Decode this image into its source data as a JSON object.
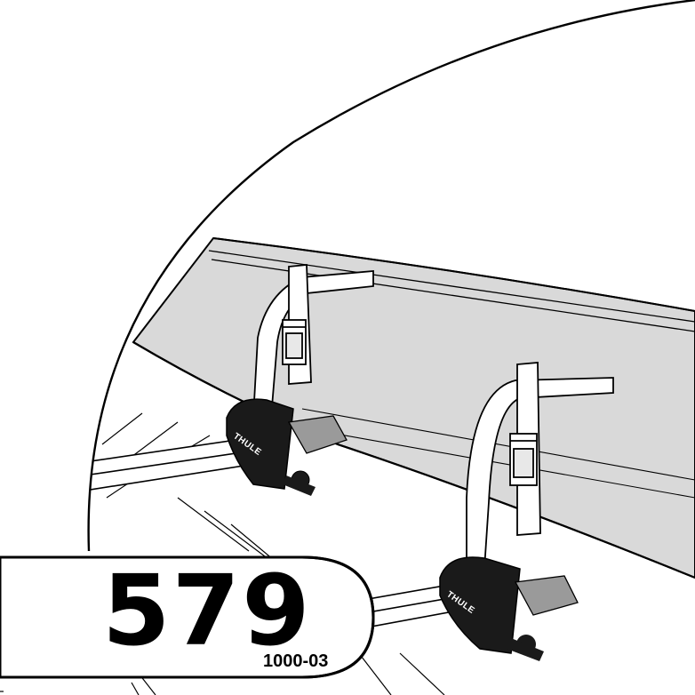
{
  "label": {
    "model_number": "579",
    "doc_code": "1000-03"
  },
  "product": {
    "brand": "THULE"
  },
  "colors": {
    "ink": "#000000",
    "board_fill": "#d9d9d9",
    "mount_fill": "#1a1a1a",
    "pad_fill": "#9a9a9a",
    "paper": "#ffffff"
  }
}
